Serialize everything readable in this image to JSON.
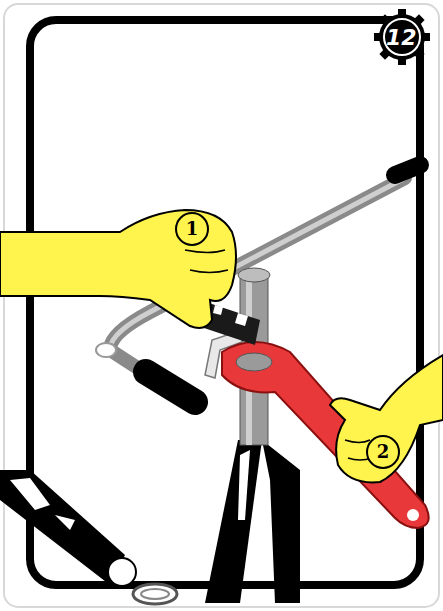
{
  "diagram": {
    "labels": [
      "12",
      "1",
      "2"
    ]
  }
}
